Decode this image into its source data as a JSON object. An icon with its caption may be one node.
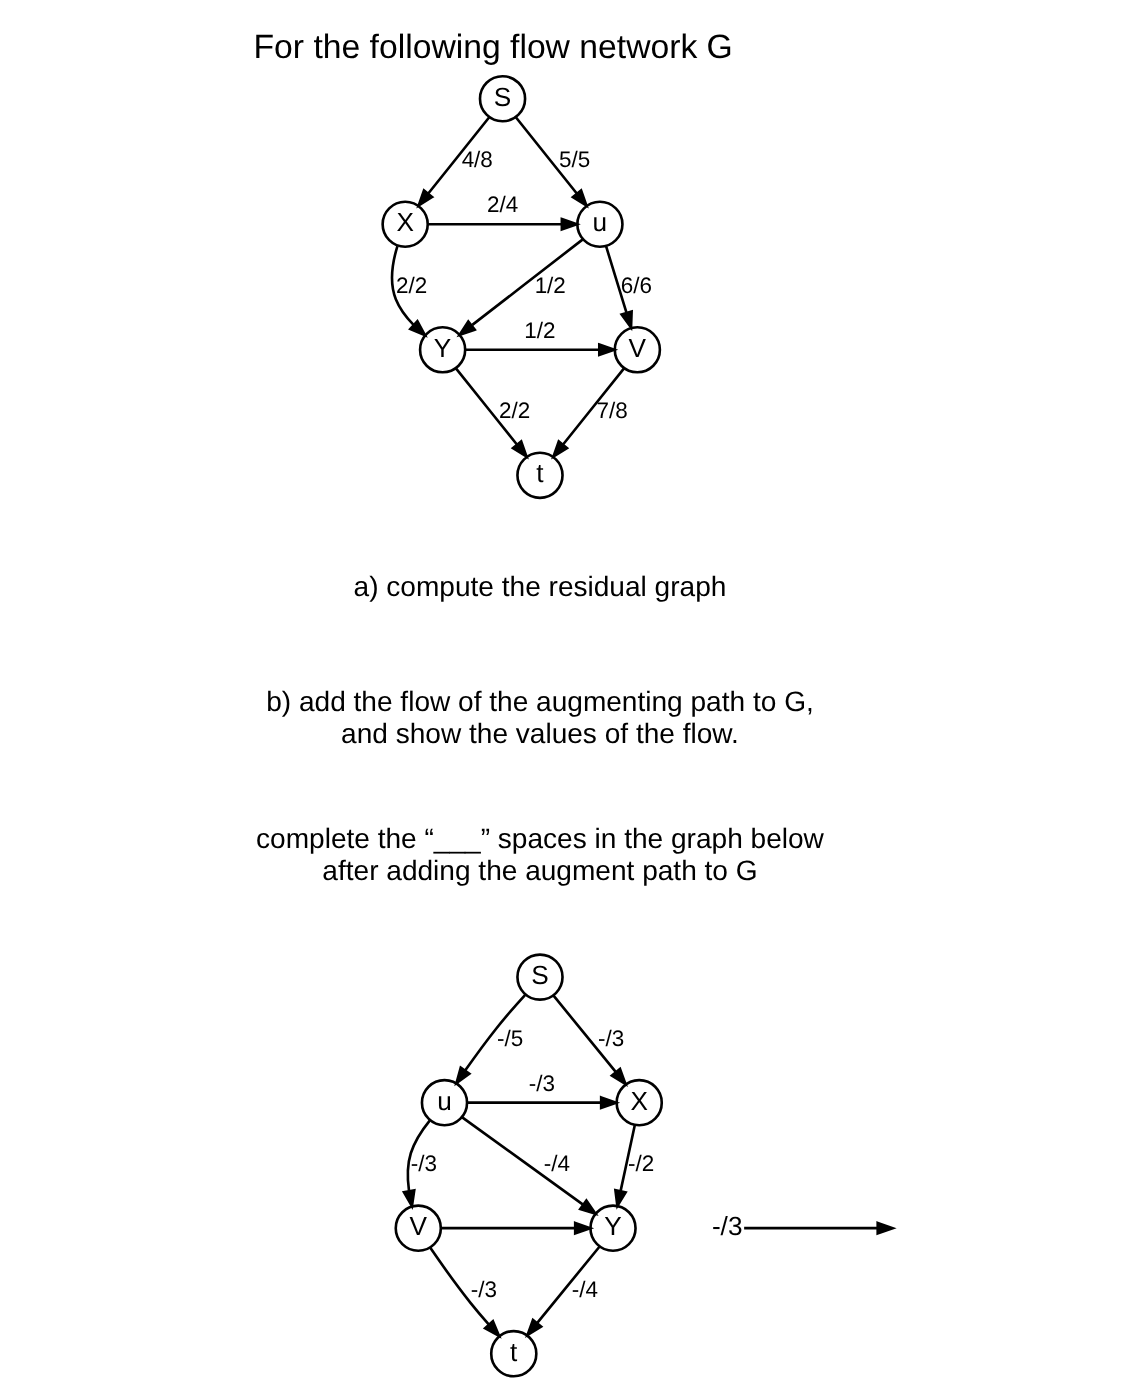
{
  "diagram": {
    "title": "For the following flow network G",
    "nodes": [
      {
        "text": [
          "u"
        ]
      },
      {
        "text": [
          "V"
        ]
      },
      {
        "text": [
          "S"
        ]
      },
      {
        "text": [
          "t"
        ]
      },
      {
        "text": [
          "X"
        ]
      },
      {
        "text": [
          "Y"
        ]
      },
      {
        "text": [
          "u"
        ]
      },
      {
        "text": [
          "V"
        ]
      },
      {
        "text": [
          "-/3"
        ]
      },
      {
        "text": [
          "S"
        ]
      },
      {
        "text": [
          "t"
        ]
      },
      {
        "text": [
          "X"
        ]
      },
      {
        "text": [
          "Y"
        ]
      }
    ],
    "edges": [
      {
        "from": 2,
        "to": 0,
        "arrow": "to",
        "label": "5/5"
      },
      {
        "from": 0,
        "to": 1,
        "arrow": "to",
        "label": "6/6"
      },
      {
        "from": 1,
        "to": 3,
        "arrow": "to",
        "label": "7/8"
      },
      {
        "from": 4,
        "to": 0,
        "arrow": "to",
        "label": "2/4"
      },
      {
        "from": 0,
        "to": 5,
        "arrow": "to",
        "label": "1/2"
      },
      {
        "from": 5,
        "to": 1,
        "arrow": "to",
        "label": "1/2"
      },
      {
        "from": 2,
        "to": 4,
        "arrow": "to",
        "label": "4/8"
      },
      {
        "from": 5,
        "to": 3,
        "arrow": "to",
        "label": "2/2"
      },
      {
        "from": 4,
        "to": 5,
        "arrow": "to",
        "label": "2/2"
      },
      {
        "from": 9,
        "to": 6,
        "arrow": "to",
        "label": "-/5"
      },
      {
        "from": 6,
        "to": 7,
        "arrow": "to",
        "label": "-/3"
      },
      {
        "from": 7,
        "to": 10,
        "arrow": "to",
        "label": "-/3"
      },
      {
        "from": 8,
        "to": null,
        "arrow": "to"
      },
      {
        "from": 6,
        "to": 11,
        "arrow": "to",
        "label": "-/3"
      },
      {
        "from": 6,
        "to": 12,
        "arrow": "to",
        "label": "-/4"
      },
      {
        "from": 7,
        "to": 12,
        "arrow": "to"
      },
      {
        "from": 9,
        "to": 11,
        "arrow": "to",
        "label": "-/3"
      },
      {
        "from": 12,
        "to": 10,
        "arrow": "to",
        "label": "-/4"
      },
      {
        "from": 11,
        "to": 12,
        "arrow": "to",
        "label": "-/2"
      }
    ],
    "labels": [
      "a) compute the residual graph",
      "b) add the flow of the augmenting path to G, and show the values of the flow.",
      "complete the “___” spaces in the graph below after adding the augment path to G"
    ]
  }
}
